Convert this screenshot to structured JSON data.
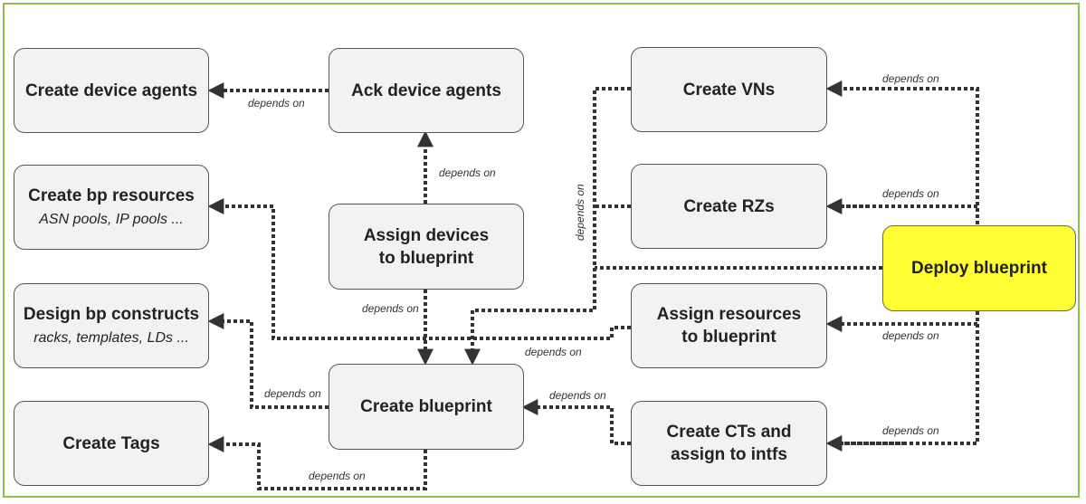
{
  "nodes": {
    "create_device_agents": {
      "title": "Create device agents"
    },
    "ack_device_agents": {
      "title": "Ack device agents"
    },
    "create_bp_resources": {
      "title": "Create bp resources",
      "sub": "ASN pools, IP pools ..."
    },
    "assign_devices": {
      "title_line1": "Assign devices",
      "title_line2": "to blueprint"
    },
    "design_bp_constructs": {
      "title": "Design bp constructs",
      "sub": "racks, templates, LDs ..."
    },
    "create_tags": {
      "title": "Create Tags"
    },
    "create_blueprint": {
      "title": "Create blueprint"
    },
    "create_vns": {
      "title": "Create VNs"
    },
    "create_rzs": {
      "title": "Create RZs"
    },
    "deploy_blueprint": {
      "title": "Deploy blueprint"
    },
    "assign_resources": {
      "title_line1": "Assign resources",
      "title_line2": "to blueprint"
    },
    "create_cts": {
      "title_line1": "Create CTs and",
      "title_line2": "assign to intfs"
    }
  },
  "edge_label": "depends on",
  "colors": {
    "frame": "#8bc34a",
    "node_fill": "#f2f2f2",
    "deploy_fill": "#ffff33",
    "line": "#333333"
  }
}
